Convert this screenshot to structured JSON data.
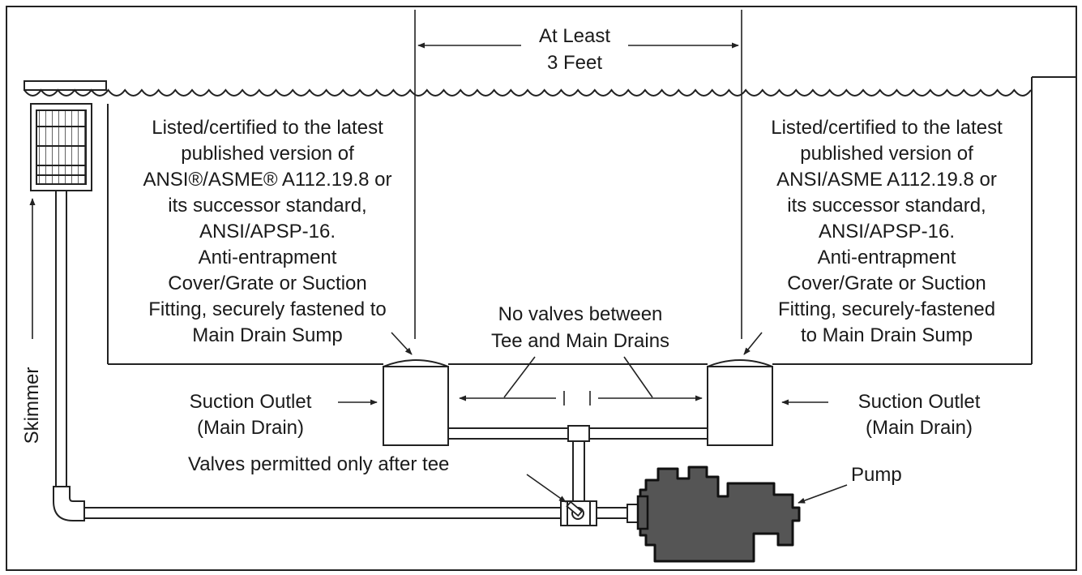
{
  "dimension": {
    "line1": "At Least",
    "line2": "3 Feet"
  },
  "left_note": {
    "lines": [
      "Listed/certified to the latest",
      "published version of",
      "ANSI®/ASME® A112.19.8 or",
      "its successor standard,",
      "ANSI/APSP-16.",
      "Anti-entrapment",
      "Cover/Grate or Suction",
      "Fitting, securely fastened to",
      "Main Drain Sump"
    ]
  },
  "right_note": {
    "lines": [
      "Listed/certified to the latest",
      "published version of",
      "ANSI/ASME A112.19.8 or",
      "its successor standard,",
      "ANSI/APSP-16.",
      "Anti-entrapment",
      "Cover/Grate or Suction",
      "Fitting, securely-fastened",
      "to Main Drain Sump"
    ]
  },
  "no_valves": {
    "line1": "No valves between",
    "line2": "Tee and Main Drains"
  },
  "suction_left": {
    "line1": "Suction Outlet",
    "line2": "(Main Drain)"
  },
  "suction_right": {
    "line1": "Suction Outlet",
    "line2": "(Main Drain)"
  },
  "valves_label": "Valves permitted only after tee",
  "pump_label": "Pump",
  "skimmer_label": "Skimmer",
  "colors": {
    "line": "#222222",
    "pump_fill": "#555555",
    "background": "#ffffff"
  }
}
